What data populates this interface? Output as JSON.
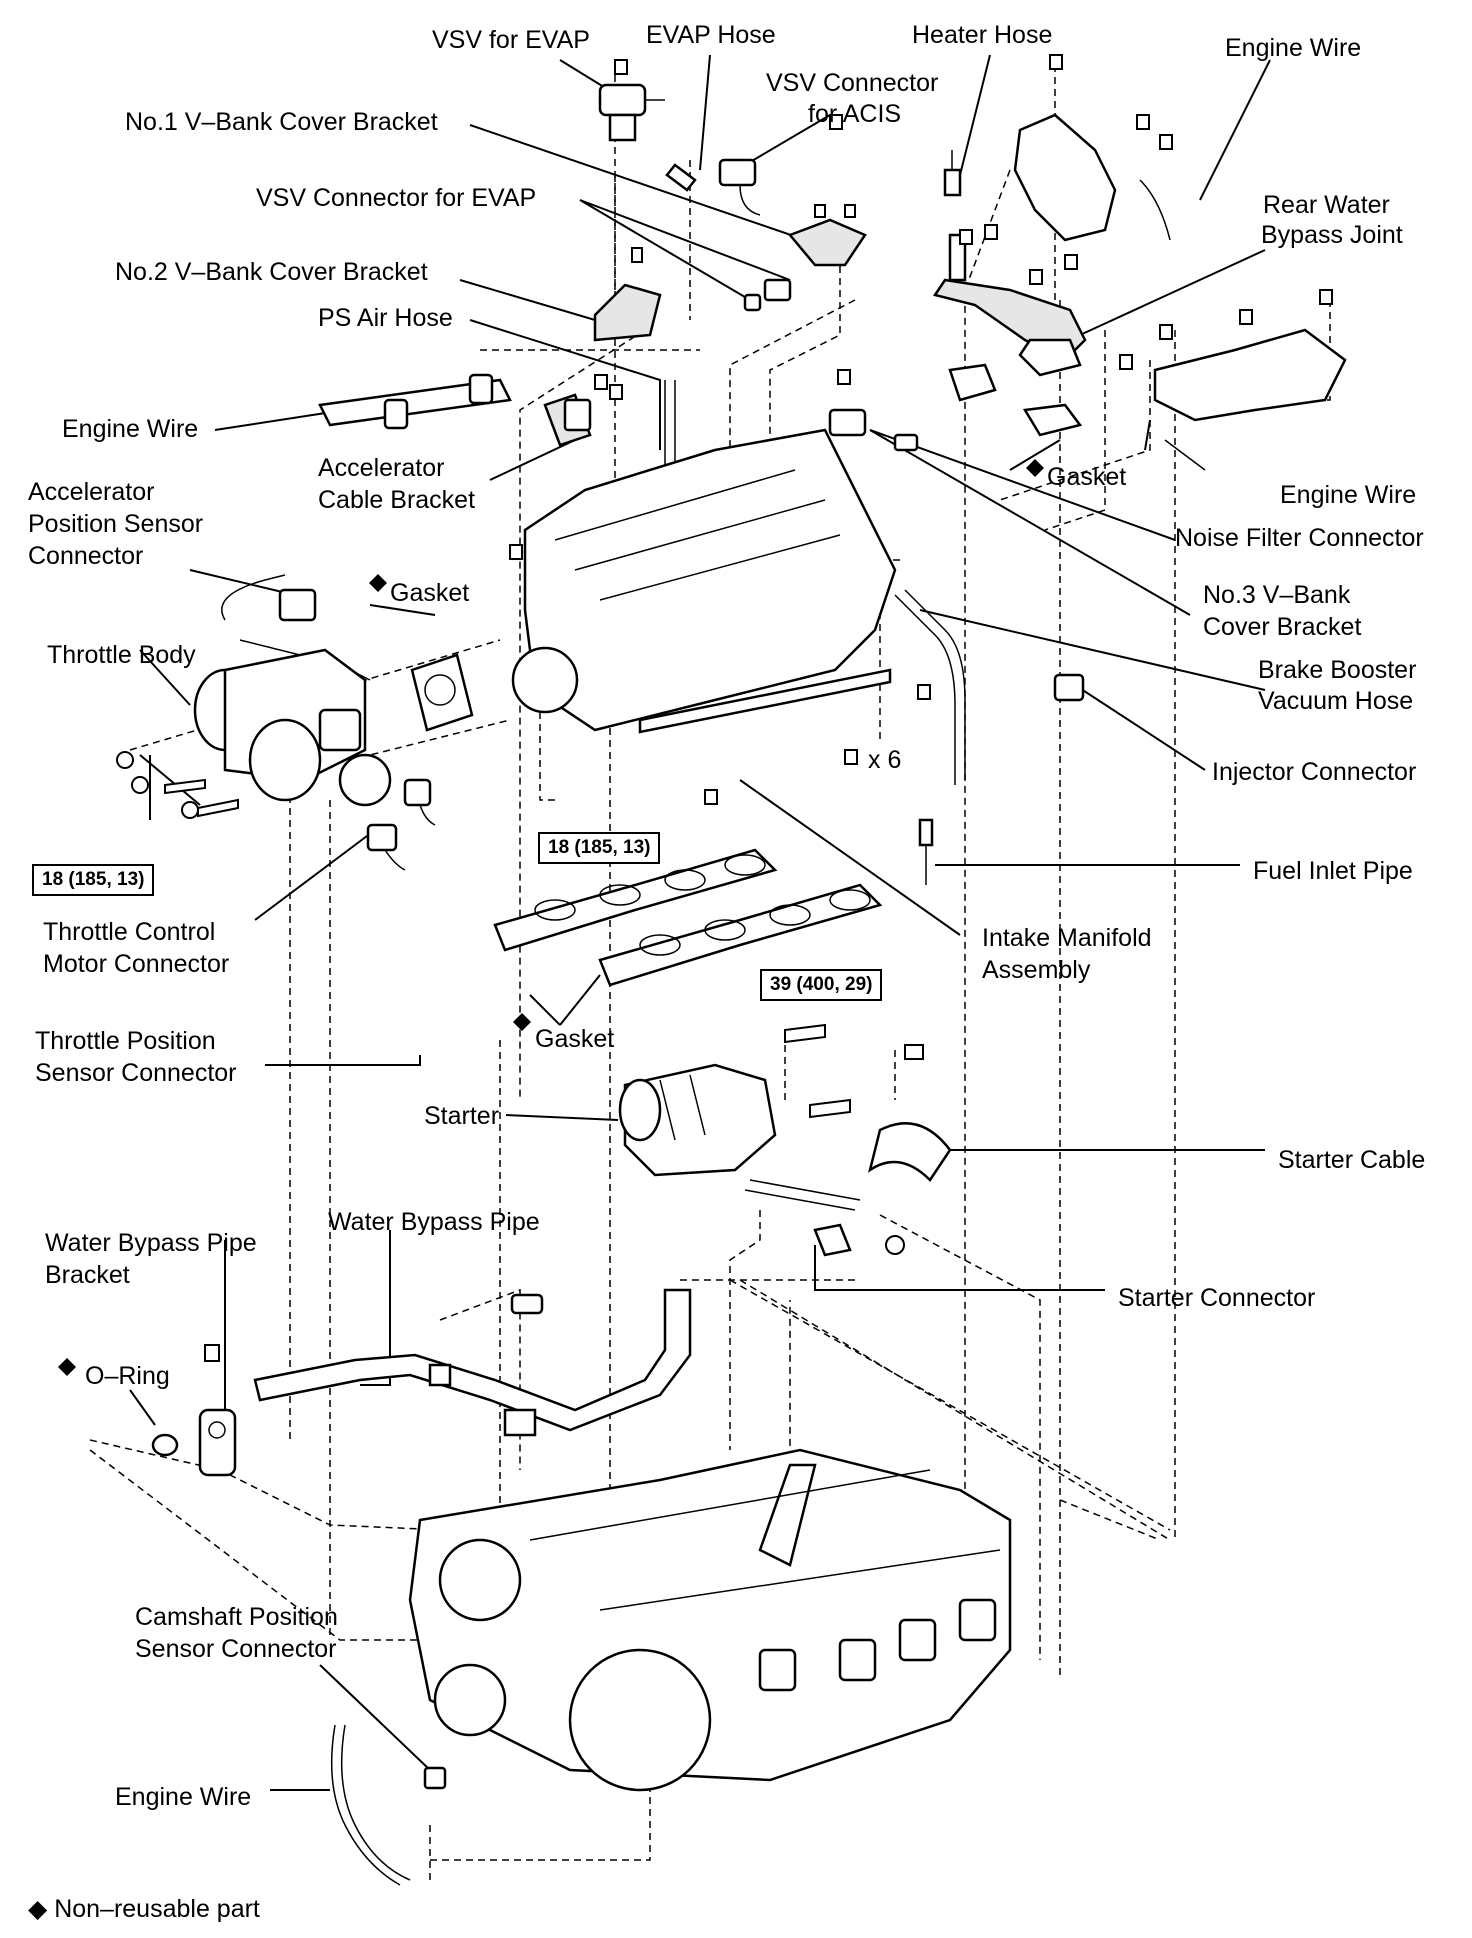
{
  "labels": {
    "vsv_evap": "VSV for EVAP",
    "evap_hose": "EVAP Hose",
    "heater_hose": "Heater Hose",
    "engine_wire_top": "Engine Wire",
    "vsv_conn_acis_1": "VSV Connector",
    "vsv_conn_acis_2": "for ACIS",
    "no1_bracket": "No.1 V–Bank Cover Bracket",
    "vsv_conn_evap": "VSV Connector for EVAP",
    "rear_water_1": "Rear Water",
    "rear_water_2": "Bypass Joint",
    "no2_bracket": "No.2 V–Bank Cover Bracket",
    "ps_air_hose": "PS Air Hose",
    "engine_wire_left": "Engine Wire",
    "accel_cable_1": "Accelerator",
    "accel_cable_2": "Cable Bracket",
    "gasket_upper_right": "Gasket",
    "engine_wire_right": "Engine Wire",
    "aps_conn_1": "Accelerator",
    "aps_conn_2": "Position Sensor",
    "aps_conn_3": "Connector",
    "noise_filter": "Noise Filter Connector",
    "gasket_throttle": "Gasket",
    "no3_bracket_1": "No.3 V–Bank",
    "no3_bracket_2": "Cover Bracket",
    "throttle_body": "Throttle Body",
    "brake_booster_1": "Brake Booster",
    "brake_booster_2": "Vacuum Hose",
    "x6": "x 6",
    "injector_conn": "Injector Connector",
    "fuel_inlet": "Fuel Inlet Pipe",
    "throttle_motor_1": "Throttle Control",
    "throttle_motor_2": "Motor Connector",
    "intake_manifold_1": "Intake Manifold",
    "intake_manifold_2": "Assembly",
    "gasket_manifold": "Gasket",
    "tps_conn_1": "Throttle Position",
    "tps_conn_2": "Sensor Connector",
    "starter": "Starter",
    "starter_cable": "Starter Cable",
    "water_bypass_pipe": "Water Bypass Pipe",
    "wbp_bracket_1": "Water Bypass Pipe",
    "wbp_bracket_2": "Bracket",
    "starter_conn": "Starter Connector",
    "o_ring": "O–Ring",
    "cam_sensor_1": "Camshaft Position",
    "cam_sensor_2": "Sensor Connector",
    "engine_wire_bottom": "Engine Wire"
  },
  "torque": {
    "throttle": "18 (185, 13)",
    "manifold": "18 (185, 13)",
    "starter": "39 (400, 29)"
  },
  "legend": {
    "symbol": "◆",
    "text": "Non–reusable part"
  }
}
